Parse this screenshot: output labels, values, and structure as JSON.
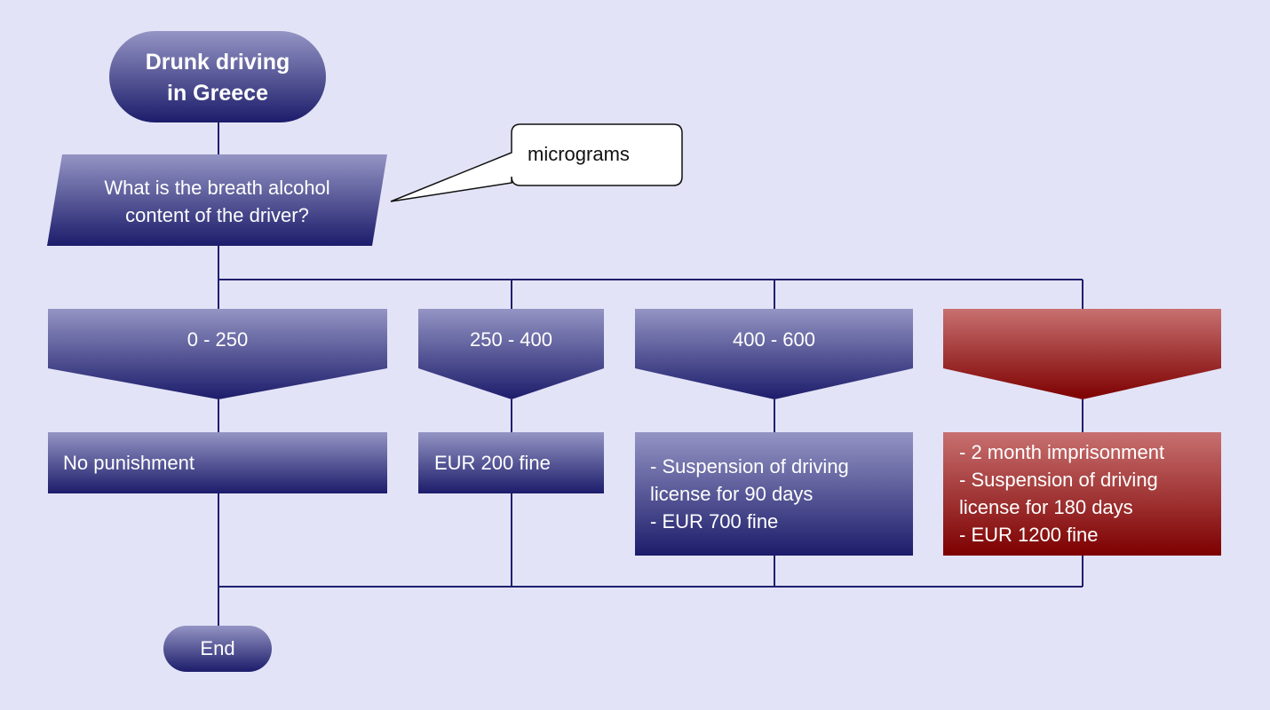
{
  "title": "Drunk driving\nin Greece",
  "question": "What is the breath alcohol\ncontent of the driver?",
  "callout": "micrograms",
  "branches": [
    {
      "range": "0 - 250",
      "outcome": "No punishment",
      "severe": false
    },
    {
      "range": "250 - 400",
      "outcome": "EUR 200 fine",
      "severe": false
    },
    {
      "range": "400 - 600",
      "outcome": "- Suspension of driving\nlicense for 90 days\n- EUR 700 fine",
      "severe": false
    },
    {
      "range": "",
      "outcome": "- 2 month imprisonment\n- Suspension of driving\nlicense for 180 days\n- EUR 1200 fine",
      "severe": true
    }
  ],
  "end": "End",
  "colors": {
    "background": "#e3e3f7",
    "blue_top": "#9494c4",
    "blue_bottom": "#1c1c6b",
    "red_top": "#c87070",
    "red_bottom": "#7d0000",
    "line": "#1f1f6e"
  }
}
